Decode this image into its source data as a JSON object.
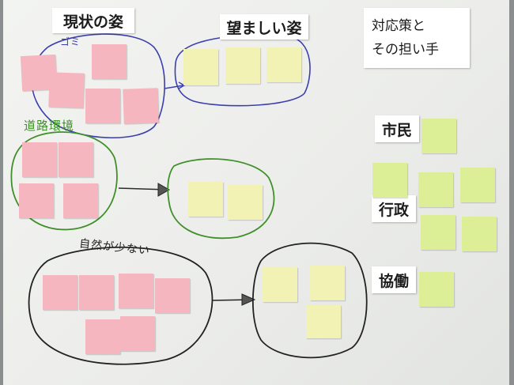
{
  "headers": {
    "current": "現状の姿",
    "desired": "望ましい姿",
    "strategy_line1": "対応策と",
    "strategy_line2": "その担い手"
  },
  "side_labels": {
    "citizens": "市民",
    "government": "行政",
    "collaboration": "協働"
  },
  "handwritten": {
    "trash": "ゴミ",
    "road": "道路環境",
    "nature": "自然が少ない"
  },
  "colors": {
    "pink_note": "#f6b6bf",
    "yellow_note": "#f2f2b4",
    "lime_note": "#dcef96",
    "blue_ink": "#3b3fae",
    "green_ink": "#3f8f2a",
    "black_ink": "#222222"
  }
}
